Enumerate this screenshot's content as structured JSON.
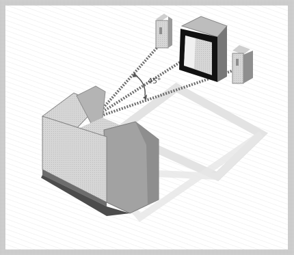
{
  "diagram": {
    "angle_label": "45°",
    "colors": {
      "floor_rug": "#e0e0e0",
      "sofa": "#a6a6a6",
      "speaker": "#b5b5b5",
      "tv_frame": "#111111",
      "dotted_line": "#6a6a6a",
      "background_frame": "#cdcdcd"
    },
    "icons": [
      "sofa",
      "left-speaker",
      "right-speaker",
      "television"
    ]
  }
}
